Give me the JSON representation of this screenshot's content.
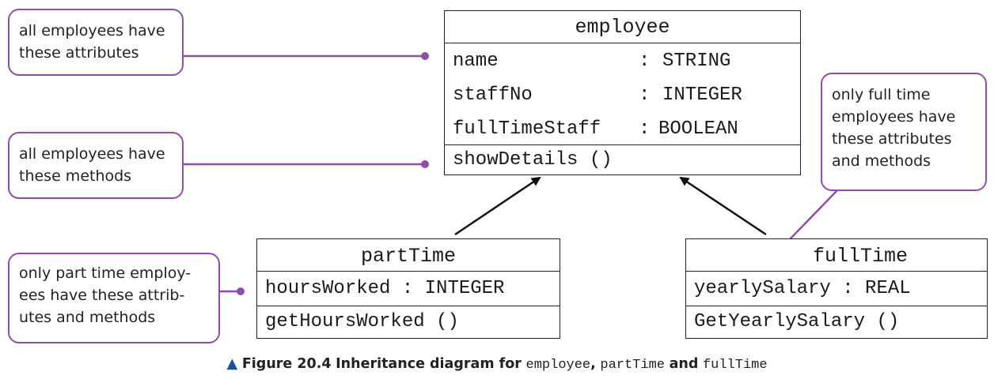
{
  "employee": {
    "title": "employee",
    "attributes": [
      {
        "name": "name",
        "sep": ":",
        "type": "STRING"
      },
      {
        "name": "staffNo",
        "sep": ":",
        "type": "INTEGER"
      },
      {
        "name": "fullTimeStaff",
        "sep": ":",
        "type": "BOOLEAN"
      }
    ],
    "method": "showDetails ()"
  },
  "partTime": {
    "title": "partTime",
    "attribute": "hoursWorked : INTEGER",
    "method": "getHoursWorked ()"
  },
  "fullTime": {
    "title": "fullTime",
    "attribute": "yearlySalary : REAL",
    "method": "GetYearlySalary ()"
  },
  "notes": {
    "attributes_all": [
      "all employees have",
      "these attributes"
    ],
    "methods_all": [
      "all employees have",
      "these methods"
    ],
    "part_time": [
      "only part time employ-",
      "ees have these attrib-",
      "utes and methods"
    ],
    "full_time": [
      "only full time",
      "employees have",
      "these attributes",
      "and methods"
    ]
  },
  "caption": {
    "figure": "Figure 20.4",
    "text1": "Inheritance diagram for",
    "code1": "employee",
    "sep": ",",
    "code2": "partTime",
    "and": "and",
    "code3": "fullTime"
  },
  "colors": {
    "note_border": "#8e4ea6",
    "caption_triangle": "#1f4e9c",
    "line": "#222222"
  }
}
